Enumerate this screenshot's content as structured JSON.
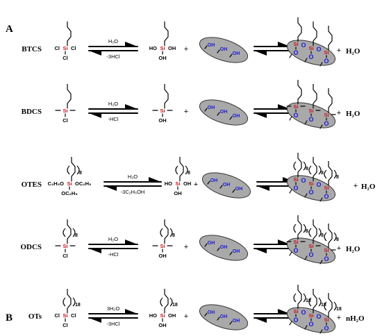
{
  "panels": {
    "a": "A",
    "b": "B"
  },
  "rows": [
    {
      "name": "BTCS",
      "sub": "",
      "reactant_left": "Cl",
      "reactant_right": "Cl",
      "reactant_bottom": "Cl",
      "reagent": "H₂O",
      "byproduct": "-3HCl",
      "intermediate_left": "HO",
      "intermediate_right": "OH",
      "intermediate_bottom": "OH",
      "product": "H₂O"
    },
    {
      "name": "BDCS",
      "sub": "",
      "reactant_left": "",
      "reactant_right": "",
      "reactant_bottom": "Cl",
      "reagent": "H₂O",
      "byproduct": "-HCl",
      "intermediate_left": "",
      "intermediate_right": "",
      "intermediate_bottom": "OH",
      "product": "H₂O"
    },
    {
      "name": "OTES",
      "sub": "8",
      "reactant_left": "C₂H₅O",
      "reactant_right": "OC₂H₅",
      "reactant_bottom": "OC₂H₅",
      "reagent": "H₂O",
      "byproduct": "-3C₂H₅OH",
      "intermediate_left": "HO",
      "intermediate_right": "OH",
      "intermediate_bottom": "OH",
      "product": "H₂O"
    },
    {
      "name": "ODCS",
      "sub": "8",
      "reactant_left": "",
      "reactant_right": "",
      "reactant_bottom": "Cl",
      "reagent": "H₂O",
      "byproduct": "-HCl",
      "intermediate_left": "",
      "intermediate_right": "",
      "intermediate_bottom": "OH",
      "product": "H₂O"
    },
    {
      "name": "OTs",
      "sub": "18",
      "reactant_left": "Cl",
      "reactant_right": "Cl",
      "reactant_bottom": "Cl",
      "reagent": "3H₂O",
      "byproduct": "-3HCl",
      "intermediate_left": "HO",
      "intermediate_right": "OH",
      "intermediate_bottom": "OH",
      "product": "nH₂O"
    }
  ],
  "labels": {
    "si": "Si",
    "oh": "OH",
    "o": "O",
    "plus": "+"
  },
  "colors": {
    "si": "#c0161d",
    "oh": "#1a1adb",
    "substrate": "#a9a9a9"
  }
}
